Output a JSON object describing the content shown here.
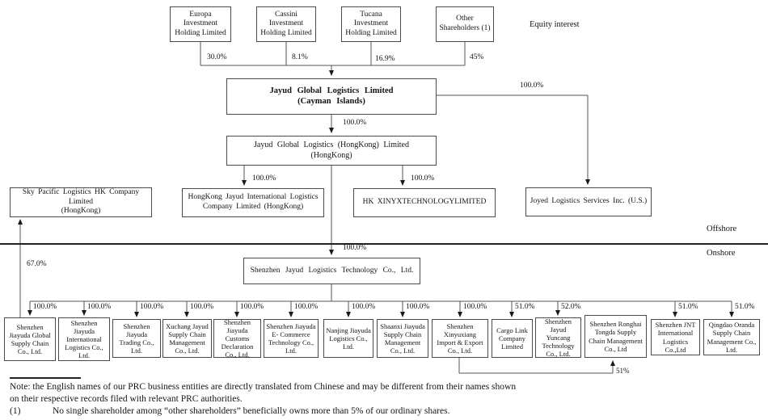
{
  "labels": {
    "equity_interest": "Equity interest",
    "offshore": "Offshore",
    "onshore": "Onshore",
    "ronghai_pct": "51%"
  },
  "shareholders": [
    {
      "name": "Europa Investment Holding Limited",
      "pct": "30.0%"
    },
    {
      "name": "Cassini Investment Holding Limited",
      "pct": "8.1%"
    },
    {
      "name": "Tucana Investment Holding Limited",
      "pct": "16.9%"
    },
    {
      "name": "Other Shareholders (1)",
      "pct": "45%"
    }
  ],
  "offshore_entities": {
    "cayman": {
      "name": "Jayud Global Logistics Limited",
      "location": "(Cayman Islands)",
      "pct_to_hk": "100.0%",
      "pct_to_joyed": "100.0%"
    },
    "hongkong": {
      "name": "Jayud Global Logistics (HongKong) Limited",
      "location": "(HongKong)"
    },
    "sky_pacific": {
      "name": "Sky Pacific Logistics HK Company Limited",
      "location": "(HongKong)",
      "pct": "67.0%"
    },
    "hk_jayud_intl": {
      "name": "HongKong Jayud International Logistics Company Limited (HongKong)",
      "pct": "100.0%"
    },
    "hk_xinyx": {
      "name": "HK XINYXTECHNOLOGYLIMITED",
      "pct": "100.0%"
    },
    "joyed": {
      "name": "Joyed Logistics Services Inc. (U.S.)"
    }
  },
  "onshore_entities": {
    "tech": {
      "name": "Shenzhen Jayud Logistics Technology Co., Ltd.",
      "pct": "100.0%"
    },
    "subsidiaries": [
      {
        "name": "Shenzhen Jiayuda Global Supply Chain Co., Ltd.",
        "pct": "100.0%"
      },
      {
        "name": "Shenzhen Jiayuda International Logistics Co., Ltd.",
        "pct": "100.0%"
      },
      {
        "name": "Shenzhen Jiayuda Trading Co., Ltd.",
        "pct": "100.0%"
      },
      {
        "name": "Xuchang Jayud Supply Chain Management Co., Ltd.",
        "pct": "100.0%"
      },
      {
        "name": "Shenzhen Jiayuda Customs Declaration Co., Ltd.",
        "pct": "100.0%"
      },
      {
        "name": "Shenzhen Jiayuda E- Commerce Technology Co., Ltd.",
        "pct": "100.0%"
      },
      {
        "name": "Nanjing Jiayuda Logistics Co., Ltd.",
        "pct": "100.0%"
      },
      {
        "name": "Shaanxi Jiayuda Supply Chain Management Co., Ltd.",
        "pct": "100.0%"
      },
      {
        "name": "Shenzhen Xinyuxiang Import & Export Co., Ltd.",
        "pct": "100.0%"
      },
      {
        "name": "Cargo Link Company Limited",
        "pct": "51.0%"
      },
      {
        "name": "Shenzhen Jayud Yuncang Technology Co., Ltd.",
        "pct": "52.0%"
      },
      {
        "name": "Shenzhen Ronghai Tongda Supply Chain Management Co., Ltd",
        "pct": ""
      },
      {
        "name": "Shenzhen JNT International Logistics Co.,Ltd",
        "pct": "51.0%"
      },
      {
        "name": "Qingdao Oranda Supply Chain Management Co., Ltd.",
        "pct": "51.0%"
      }
    ]
  },
  "notes": {
    "note_line1": "Note: the English names of our PRC business entities are directly translated from Chinese and may be different from their names shown",
    "note_line2": "on  their respective records filed with relevant PRC authorities.",
    "footnote_marker": "(1)",
    "footnote_text": "No single shareholder among “other shareholders” beneficially owns more than 5% of our ordinary shares."
  }
}
